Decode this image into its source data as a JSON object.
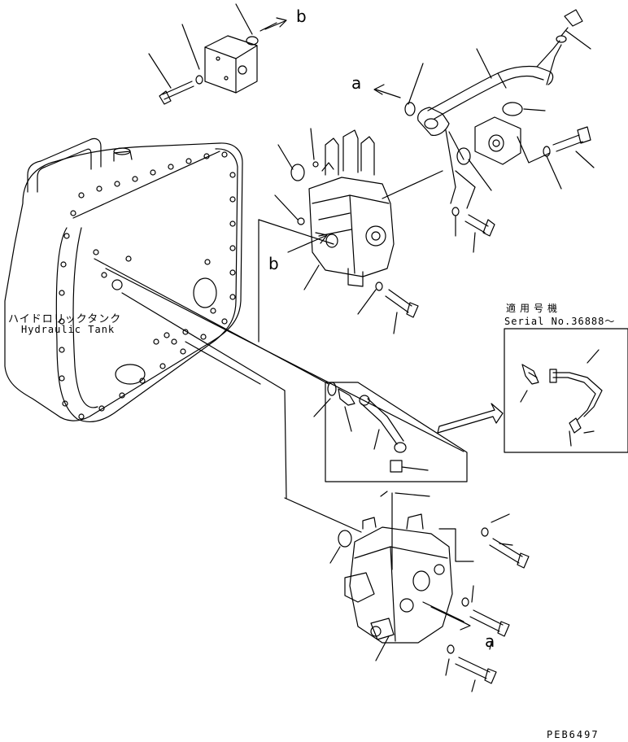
{
  "labels": {
    "arrow_b_top": "b",
    "arrow_a_top": "a",
    "arrow_b_mid": "b",
    "arrow_a_bottom": "a"
  },
  "tank": {
    "name_jp": "ハイドロリックタンク",
    "name_en": "Hydraulic Tank"
  },
  "serial_note": {
    "jp": "適用号機",
    "en": "Serial No.36888～"
  },
  "drawing_number": "PEB6497"
}
